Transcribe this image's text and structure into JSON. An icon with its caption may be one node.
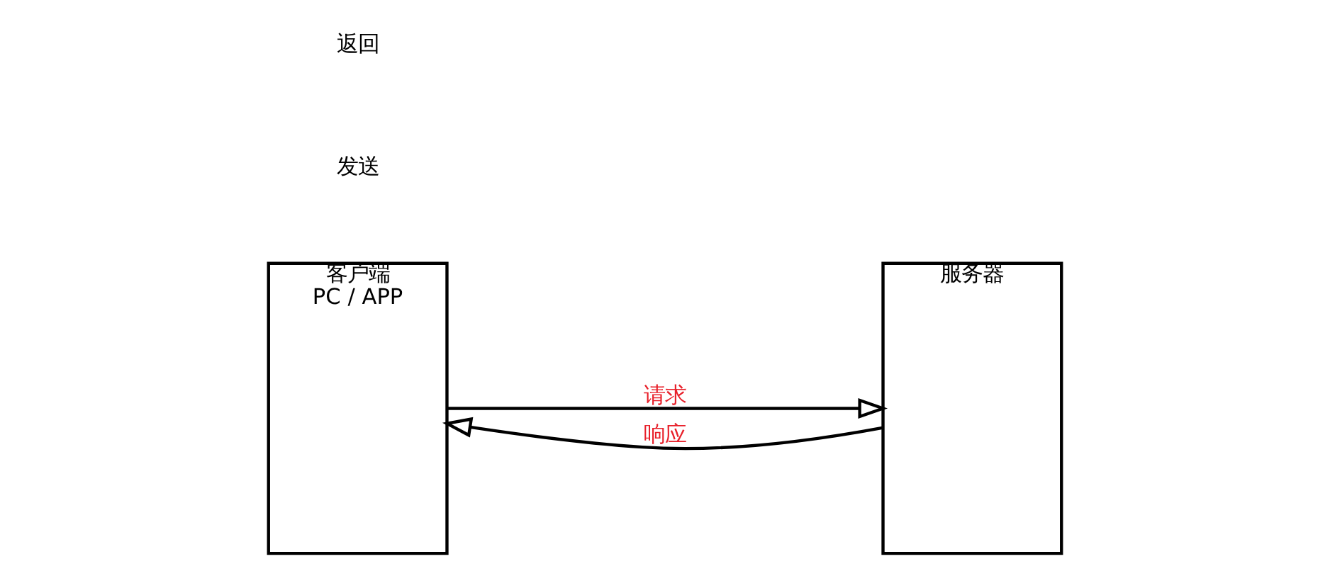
{
  "diagram": {
    "nodes": [
      {
        "text": [
          "客户端",
          "PC / APP"
        ]
      },
      {
        "text": [
          "服务器"
        ]
      }
    ],
    "edges": [
      {
        "from": 0,
        "to": 1,
        "arrow": "to",
        "label": "请求"
      },
      {
        "from": 1,
        "to": 0,
        "arrow": "to",
        "label": "响应"
      }
    ],
    "labels": [
      "发送",
      "返回"
    ]
  }
}
